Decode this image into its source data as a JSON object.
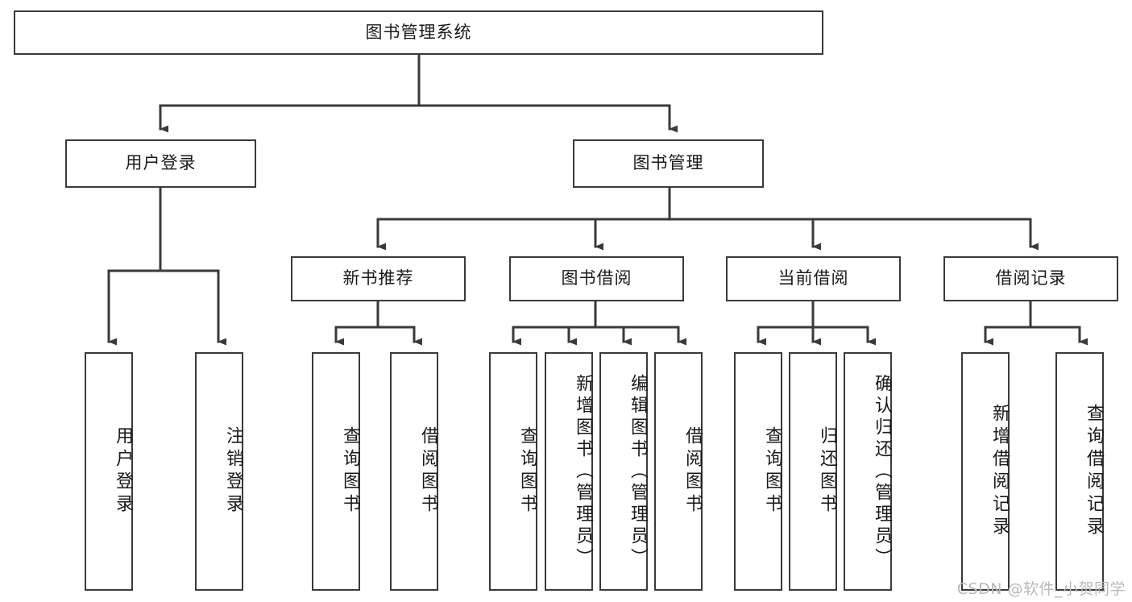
{
  "diagram": {
    "title": "图书管理系统",
    "type": "tree-hierarchy-diagram",
    "colors": {
      "box_border": "#3a3a3a",
      "box_fill": "#ffffff",
      "edge": "#3a3a3a",
      "text": "#1a1a1a",
      "watermark": "#b9b9b9",
      "background": "#ffffff"
    },
    "root": {
      "label": "图书管理系统"
    },
    "level1": [
      {
        "label": "用户登录"
      },
      {
        "label": "图书管理"
      }
    ],
    "level2": [
      {
        "label": "新书推荐"
      },
      {
        "label": "图书借阅"
      },
      {
        "label": "当前借阅"
      },
      {
        "label": "借阅记录"
      }
    ],
    "leaves": {
      "user_login": [
        {
          "label": "用户登录"
        },
        {
          "label": "注销登录"
        }
      ],
      "new_book_recommend": [
        {
          "label": "查询图书"
        },
        {
          "label": "借阅图书"
        }
      ],
      "book_borrow": [
        {
          "label": "查询图书"
        },
        {
          "label": "新增图书（管理员）"
        },
        {
          "label": "编辑图书（管理员）"
        },
        {
          "label": "借阅图书"
        }
      ],
      "current_borrow": [
        {
          "label": "查询图书"
        },
        {
          "label": "归还图书"
        },
        {
          "label": "确认归还（管理员）"
        }
      ],
      "borrow_records": [
        {
          "label": "新增借阅记录"
        },
        {
          "label": "查询借阅记录"
        }
      ]
    },
    "watermark": "CSDN @软件_小贺同学"
  }
}
